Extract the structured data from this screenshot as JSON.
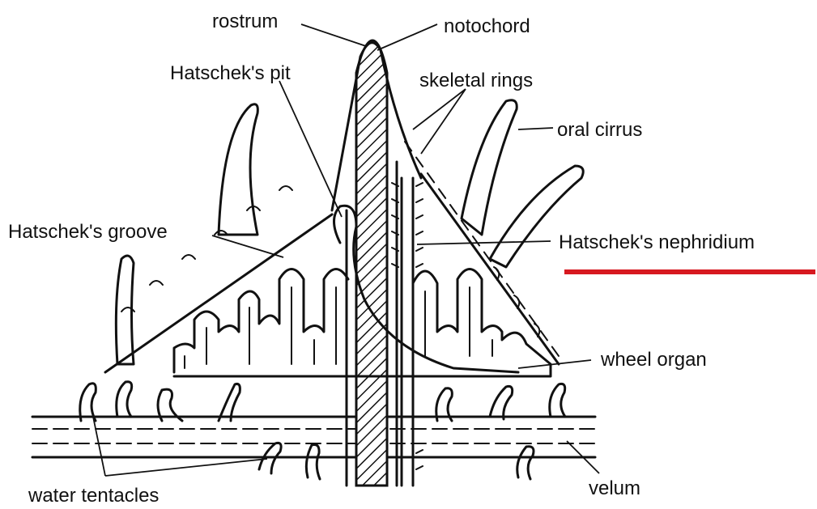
{
  "labels": {
    "rostrum": "rostrum",
    "notochord": "notochord",
    "hatscheks_pit": "Hatschek's pit",
    "skeletal_rings": "skeletal rings",
    "oral_cirrus": "oral cirrus",
    "hatscheks_groove": "Hatschek's groove",
    "hatscheks_nephridium": "Hatschek's nephridium",
    "wheel_organ": "wheel organ",
    "water_tentacles": "water tentacles",
    "velum": "velum"
  },
  "colors": {
    "ink": "#111111",
    "background": "#ffffff",
    "highlight_underline": "#d71920"
  }
}
